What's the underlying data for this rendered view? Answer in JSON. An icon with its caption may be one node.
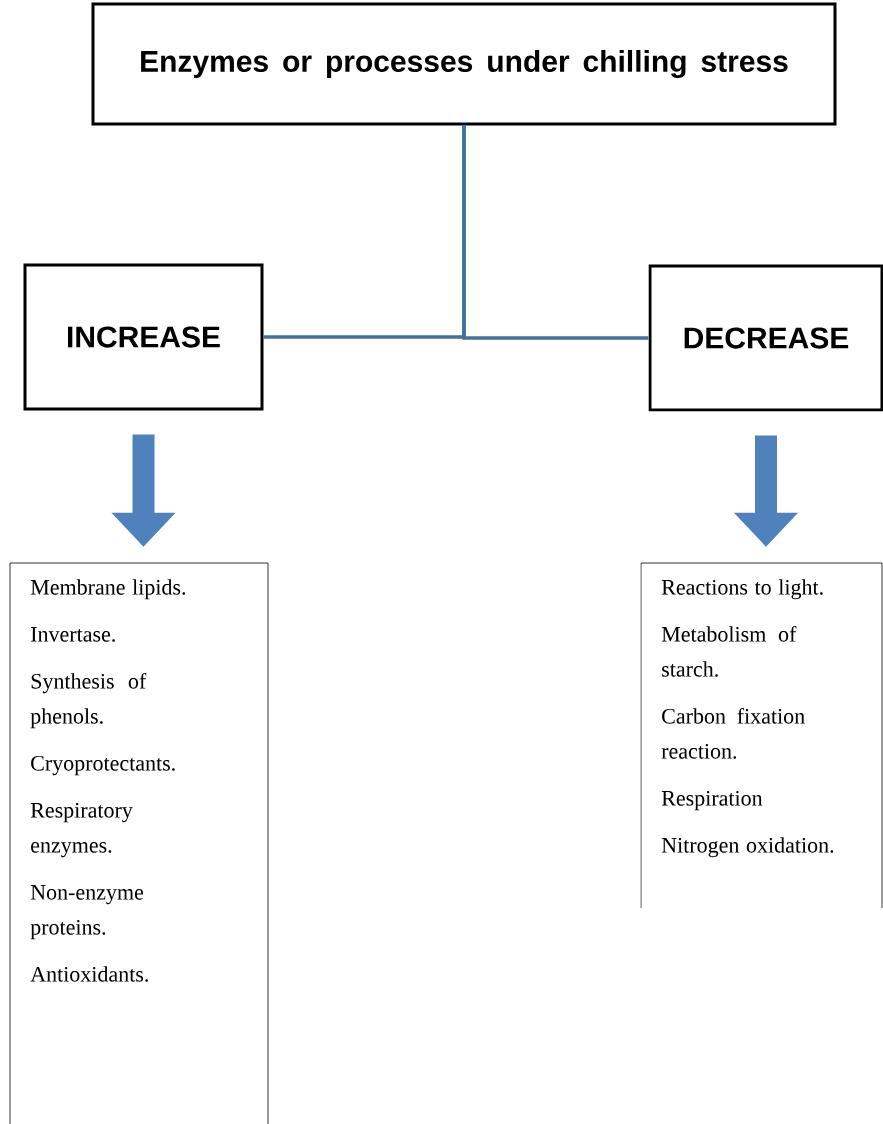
{
  "diagram": {
    "nodes": [
      {
        "text": [
          "Enzymes or processes under chilling stress"
        ]
      },
      {
        "text": [
          "INCREASE"
        ]
      },
      {
        "text": [
          "DECREASE"
        ]
      },
      {
        "text": [
          "Membrane lipids.",
          "Invertase.",
          "Synthesis of phenols.",
          "Cryoprotectants.",
          "Respiratory enzymes.",
          "Non-enzyme proteins.",
          "Antioxidants."
        ]
      },
      {
        "text": [
          "Reactions to light.",
          "Metabolism of starch.",
          "Carbon fixation reaction.",
          "Respiration",
          "Nitrogen oxidation."
        ]
      }
    ],
    "edges": [
      {
        "from": 0,
        "to": 1,
        "arrow": "none"
      },
      {
        "from": 0,
        "to": 2,
        "arrow": "none"
      },
      {
        "from": 1,
        "to": 3,
        "arrow": "to",
        "style": "thick"
      },
      {
        "from": 2,
        "to": 4,
        "arrow": "to",
        "style": "thick"
      }
    ]
  }
}
